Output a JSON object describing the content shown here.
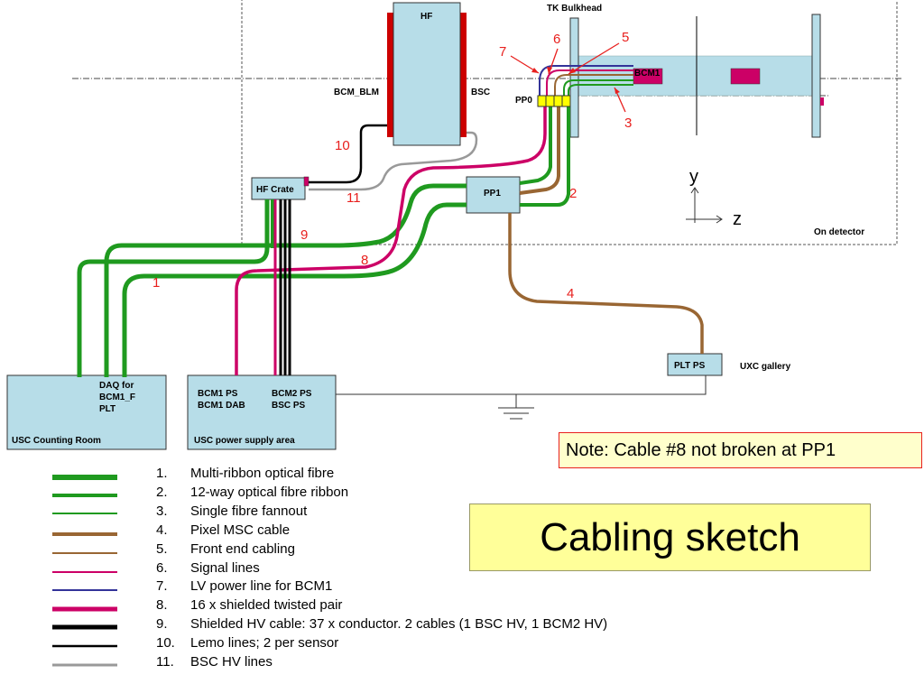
{
  "labels": {
    "hf": "HF",
    "tk_bulkhead": "TK Bulkhead",
    "bcm_blm": "BCM_BLM",
    "bsc": "BSC",
    "pp0": "PP0",
    "bcm1": "BCM1",
    "hf_crate": "HF Crate",
    "pp1": "PP1",
    "on_detector": "On detector",
    "plt_ps": "PLT PS",
    "uxc_gallery": "UXC gallery",
    "usc_counting_room": "USC Counting Room",
    "daq_lines": [
      "DAQ for",
      "BCM1_F",
      "PLT"
    ],
    "ps_left": [
      "BCM1 PS",
      "BCM1 DAB"
    ],
    "ps_right": [
      "BCM2 PS",
      "BSC PS"
    ],
    "usc_power_supply_area": "USC power supply area",
    "axis_y": "y",
    "axis_z": "z"
  },
  "cable_numbers": [
    "1",
    "2",
    "3",
    "4",
    "5",
    "6",
    "7",
    "8",
    "9",
    "10",
    "11"
  ],
  "colors": {
    "green": "#1f9a1f",
    "brown": "#996633",
    "magenta": "#cc0066",
    "blue": "#333399",
    "black": "#000000",
    "grey": "#999999",
    "box_fill": "#b7dde8",
    "red_number": "#e8201e",
    "bcm_block": "#cc0066",
    "hf_side": "#cc0000",
    "pp0_fill": "#ffff00"
  },
  "legend": [
    {
      "num": "1.",
      "text": "Multi-ribbon optical fibre"
    },
    {
      "num": "2.",
      "text": "12-way optical fibre ribbon"
    },
    {
      "num": "3.",
      "text": "Single fibre fannout"
    },
    {
      "num": "4.",
      "text": "Pixel MSC cable"
    },
    {
      "num": "5.",
      "text": "Front end cabling"
    },
    {
      "num": "6.",
      "text": "Signal lines"
    },
    {
      "num": "7.",
      "text": "LV power line for BCM1"
    },
    {
      "num": "8.",
      "text": "16 x shielded twisted pair"
    },
    {
      "num": "9.",
      "text": "Shielded HV cable: 37 x conductor. 2 cables (1 BSC HV, 1 BCM2 HV)"
    },
    {
      "num": "10.",
      "text": "Lemo lines; 2 per sensor"
    },
    {
      "num": "11.",
      "text": "BSC HV lines"
    }
  ],
  "note": "Note: Cable #8 not broken at PP1",
  "title": "Cabling sketch"
}
